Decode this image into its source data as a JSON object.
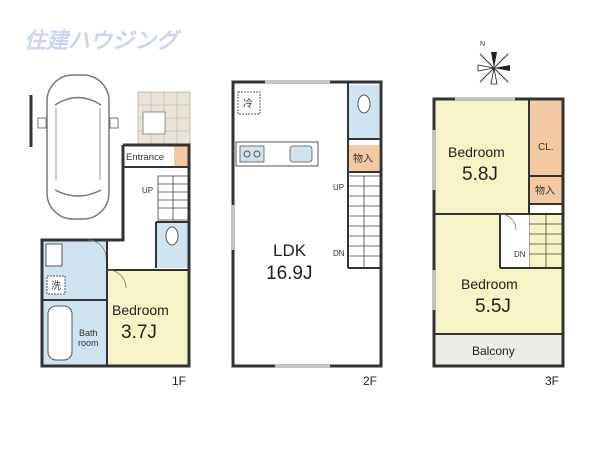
{
  "logo": {
    "text": "住建ハウジング",
    "color": "#c9d6ee"
  },
  "compass": {
    "north_label": "N",
    "icon": "compass-rose-icon"
  },
  "floor_1": {
    "label": "1F",
    "entrance": "Entrance",
    "up": "UP",
    "washer": "洗",
    "bath_line1": "Bath",
    "bath_line2": "room",
    "bedroom_name": "Bedroom",
    "bedroom_size": "3.7J"
  },
  "floor_2": {
    "label": "2F",
    "fridge": "冷",
    "storage": "物入",
    "up": "UP",
    "dn": "DN",
    "ldk_name": "LDK",
    "ldk_size": "16.9J"
  },
  "floor_3": {
    "label": "3F",
    "bedroom_a_name": "Bedroom",
    "bedroom_a_size": "5.8J",
    "closet": "CL.",
    "storage": "物入",
    "dn": "DN",
    "bedroom_b_name": "Bedroom",
    "bedroom_b_size": "5.5J",
    "balcony": "Balcony"
  },
  "colors": {
    "wall": "#333333",
    "bedroom_fill": "#f6f3c6",
    "wet_fill": "#cfe3f1",
    "entrance_fill": "#f3c9a3",
    "closet_fill": "#f3c9a3",
    "balcony_fill": "#ecebe5"
  }
}
